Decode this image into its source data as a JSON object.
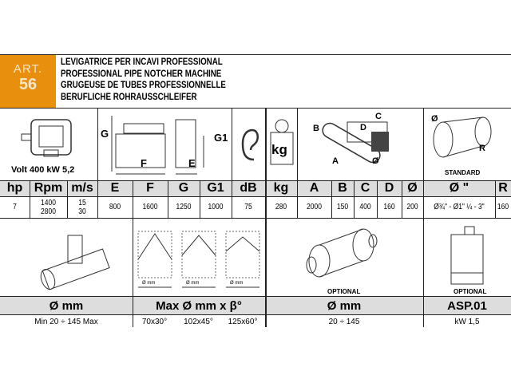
{
  "article": {
    "label": "ART.",
    "number": "56"
  },
  "titles": [
    "LEVIGATRICE PER INCAVI PROFESSIONAL",
    "PROFESSIONAL PIPE NOTCHER MACHINE",
    "GRUGEUSE DE TUBES PROFESSIONNELLE",
    "BERUFLICHE ROHRAUSSCHLEIFER"
  ],
  "motor_label": "Volt 400 kW 5,2",
  "diagram_labels": {
    "g": "G",
    "f": "F",
    "g1": "G1",
    "e": "E",
    "kg": "kg",
    "a": "A",
    "b": "B",
    "c": "C",
    "d": "D",
    "dia": "Ø",
    "r": "R",
    "standard": "STANDARD"
  },
  "table": {
    "headers": [
      "hp",
      "Rpm",
      "m/s",
      "E",
      "F",
      "G",
      "G1",
      "dB",
      "kg",
      "A",
      "B",
      "C",
      "D",
      "Ø",
      "Ø \"",
      "R"
    ],
    "values": [
      "7",
      "1400\n2800",
      "15\n30",
      "800",
      "1600",
      "1250",
      "1000",
      "75",
      "280",
      "2000",
      "150",
      "400",
      "160",
      "200",
      "Ø¾\" - Ø1\" ¼ - 3\"",
      "160"
    ]
  },
  "bottom": {
    "optional_1": "OPTIONAL",
    "optional_2": "OPTIONAL",
    "mm_small": "Ø mm",
    "labels": [
      "Ø mm",
      "Max Ø mm x β°",
      "Ø mm",
      "ASP.01"
    ],
    "values": {
      "pipe": "Min 20 ÷ 145 Max",
      "angles": [
        "70x30°",
        "102x45°",
        "125x60°"
      ],
      "roller": "20 ÷ 145",
      "asp": "kW 1,5"
    }
  }
}
